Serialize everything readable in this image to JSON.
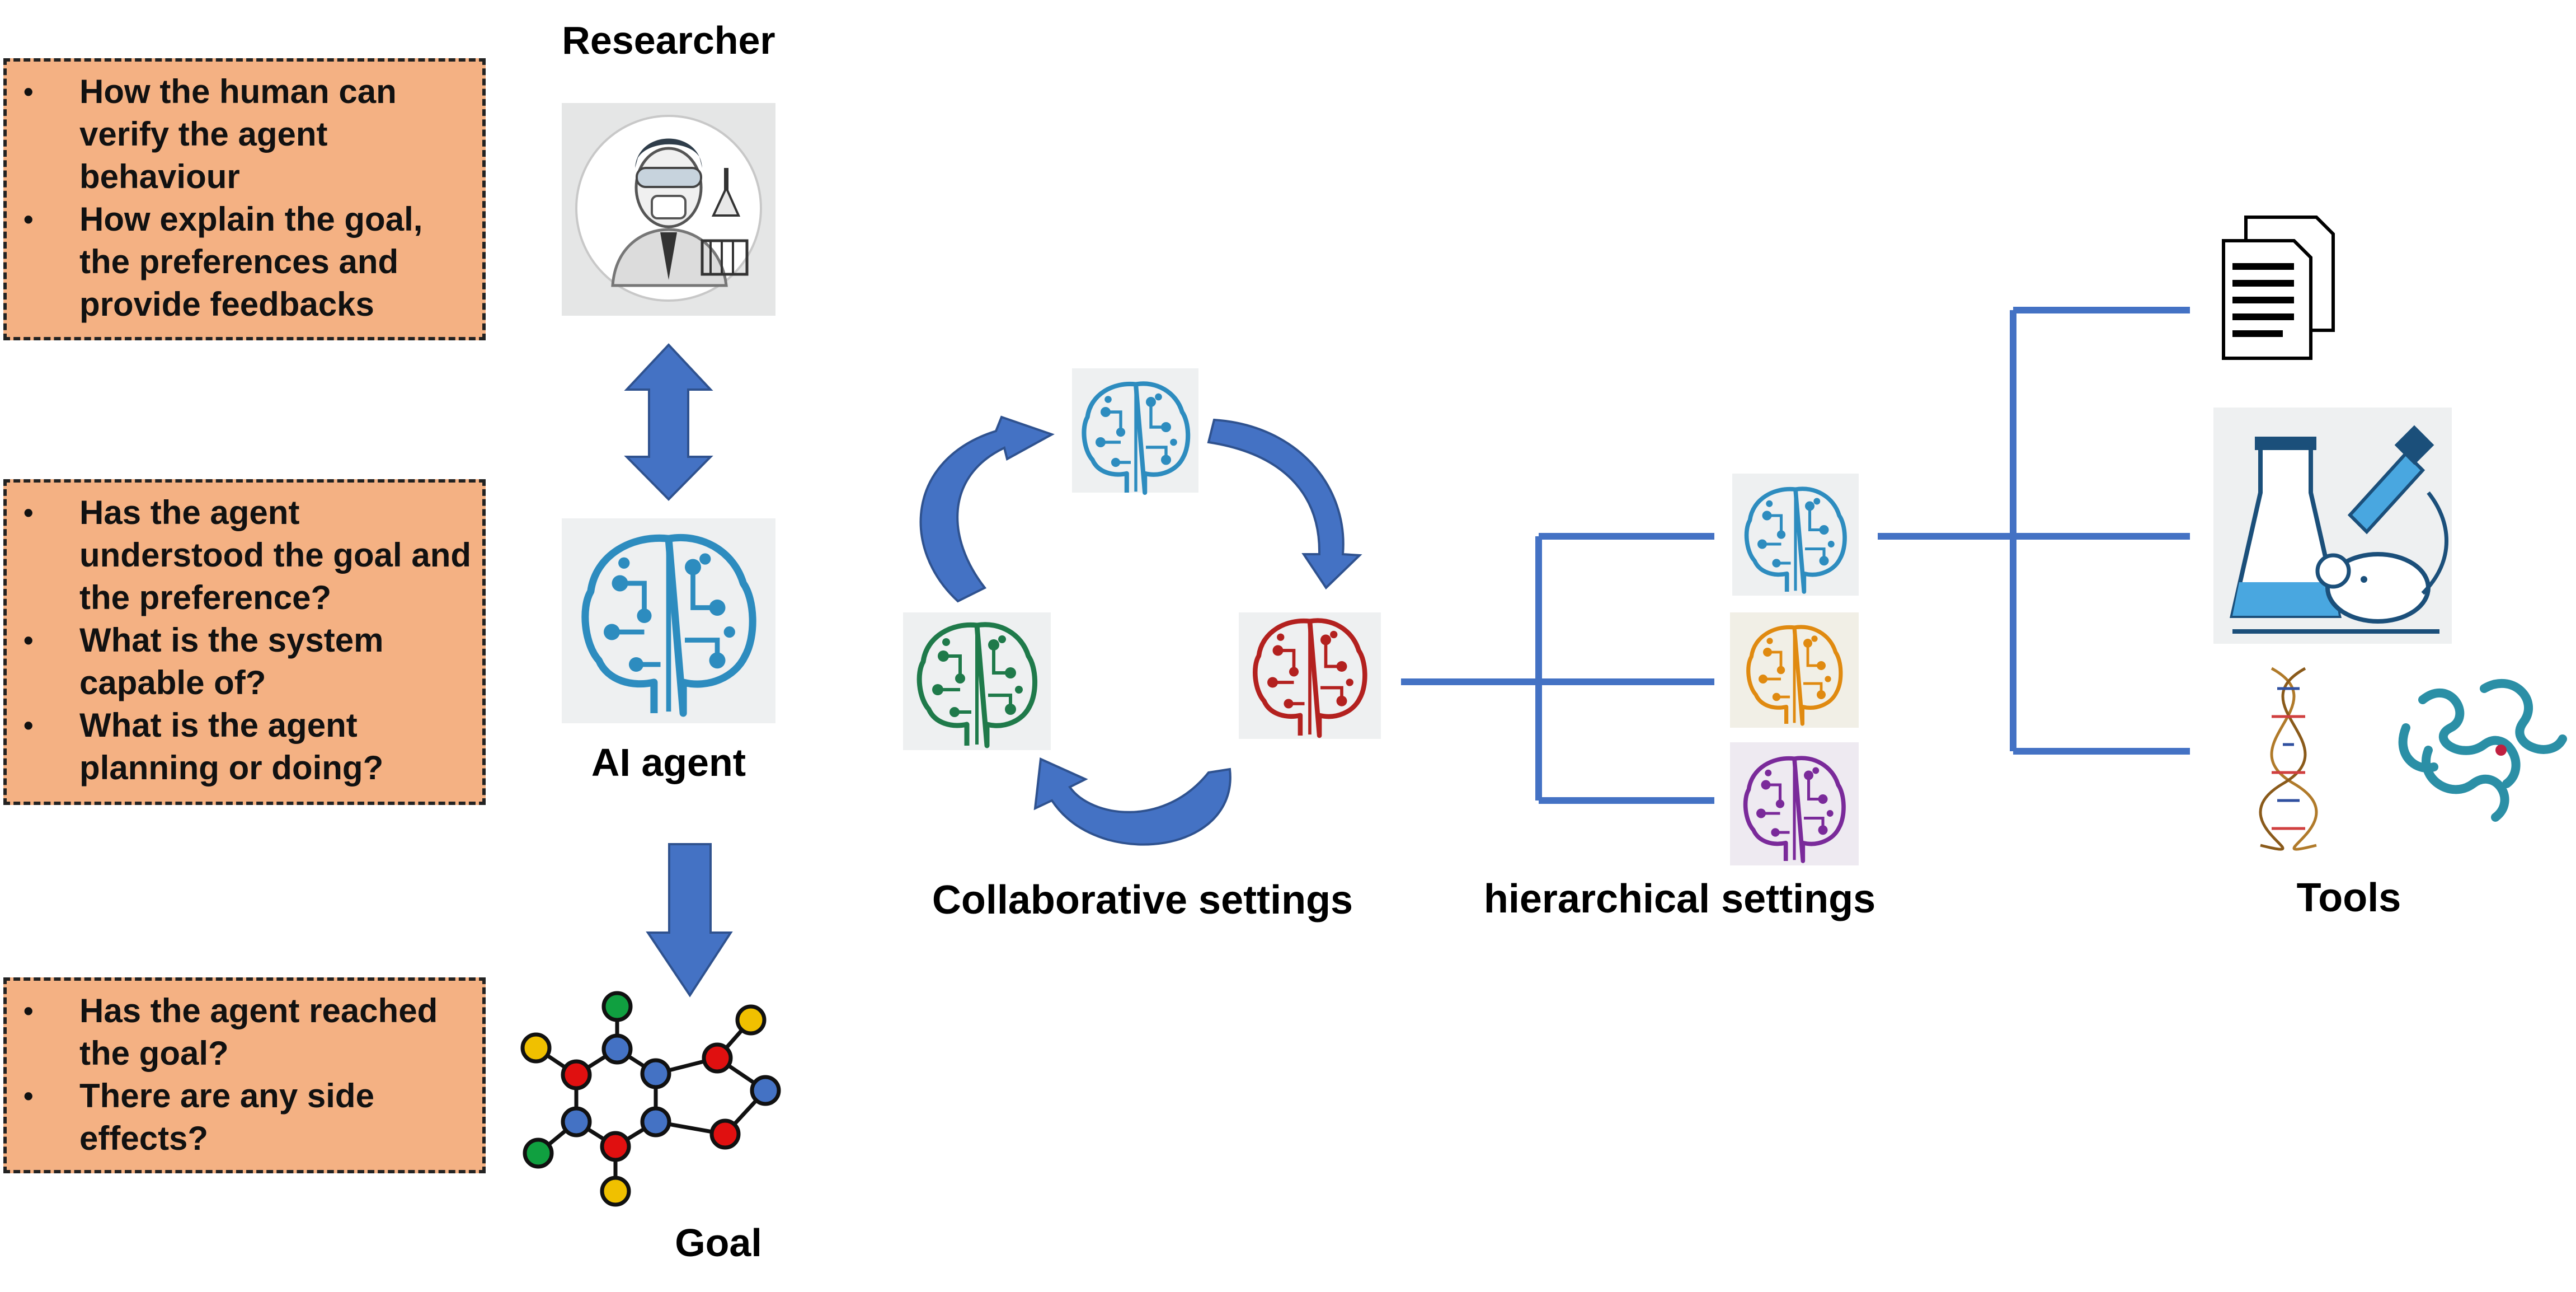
{
  "colors": {
    "question_box_fill": "#f4b183",
    "arrow_blue": "#4472c4",
    "connector_blue": "#4472c4",
    "brain_cyan": "#2d8cbf",
    "brain_green": "#1f7a4a",
    "brain_red": "#b3211f",
    "brain_orange": "#e08a10",
    "brain_purple": "#7a2a9a",
    "node_blue": "#4472c4",
    "node_red": "#e01010",
    "node_green": "#10a040",
    "node_yellow": "#f0c000"
  },
  "icons": {
    "researcher": "researcher-icon",
    "ai_agent": "ai-brain-icon",
    "goal": "molecule-graph-icon",
    "documents": "documents-icon",
    "lab": "flask-mouse-icon",
    "dna": "dna-icon",
    "protein": "protein-icon"
  },
  "questions": {
    "researcher": [
      "How the human can verify the agent behaviour",
      "How explain the goal, the preferences and provide feedbacks"
    ],
    "agent": [
      "Has the agent understood the goal and the preference?",
      "What is the system capable of?",
      "What is the agent planning or doing?"
    ],
    "goal": [
      "Has the agent reached the goal?",
      "There are any side effects?"
    ]
  },
  "labels": {
    "researcher": "Researcher",
    "ai_agent": "AI agent",
    "goal": "Goal",
    "collaborative": "Collaborative settings",
    "hierarchical": "hierarchical settings",
    "tools": "Tools"
  }
}
